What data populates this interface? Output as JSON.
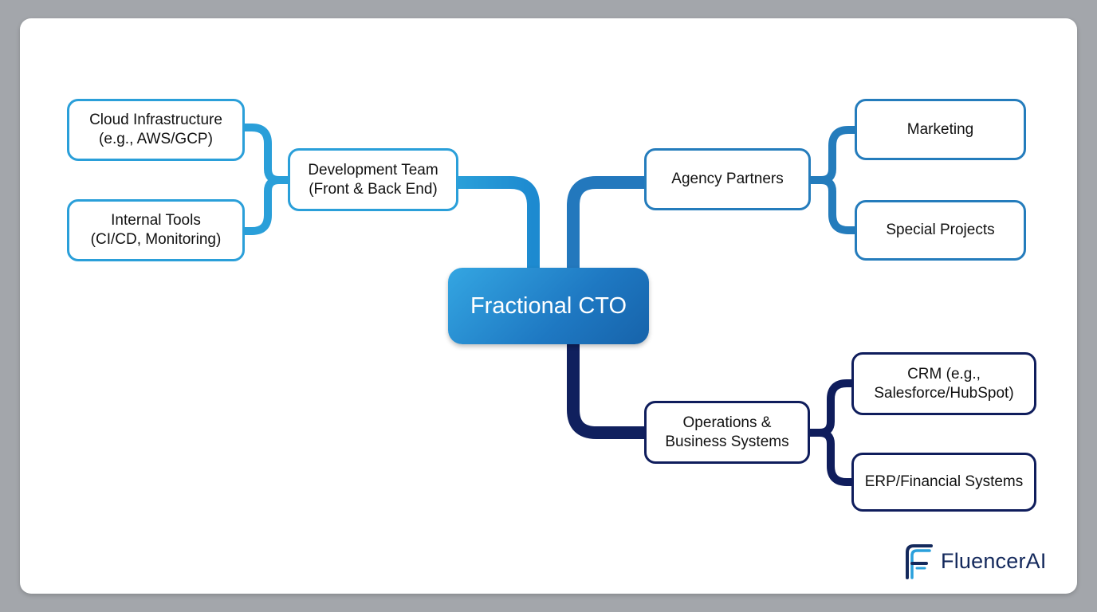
{
  "root": {
    "label": "Fractional CTO"
  },
  "branches": {
    "dev_team": {
      "label": "Development Team\n(Front & Back End)"
    },
    "cloud": {
      "label": "Cloud Infrastructure\n(e.g., AWS/GCP)"
    },
    "internal_tools": {
      "label": "Internal Tools\n(CI/CD, Monitoring)"
    },
    "agency": {
      "label": "Agency Partners"
    },
    "marketing": {
      "label": "Marketing"
    },
    "special": {
      "label": "Special Projects"
    },
    "operations": {
      "label": "Operations &\nBusiness Systems"
    },
    "crm": {
      "label": "CRM (e.g.,\nSalesforce/HubSpot)"
    },
    "erp": {
      "label": "ERP/Financial Systems"
    }
  },
  "colors": {
    "light_blue": "#2a9fd9",
    "mid_blue": "#247cbc",
    "dark_navy": "#0f1d5c"
  },
  "logo": {
    "text": "FluencerAI",
    "icon": "fluencer-f-logo-icon"
  }
}
